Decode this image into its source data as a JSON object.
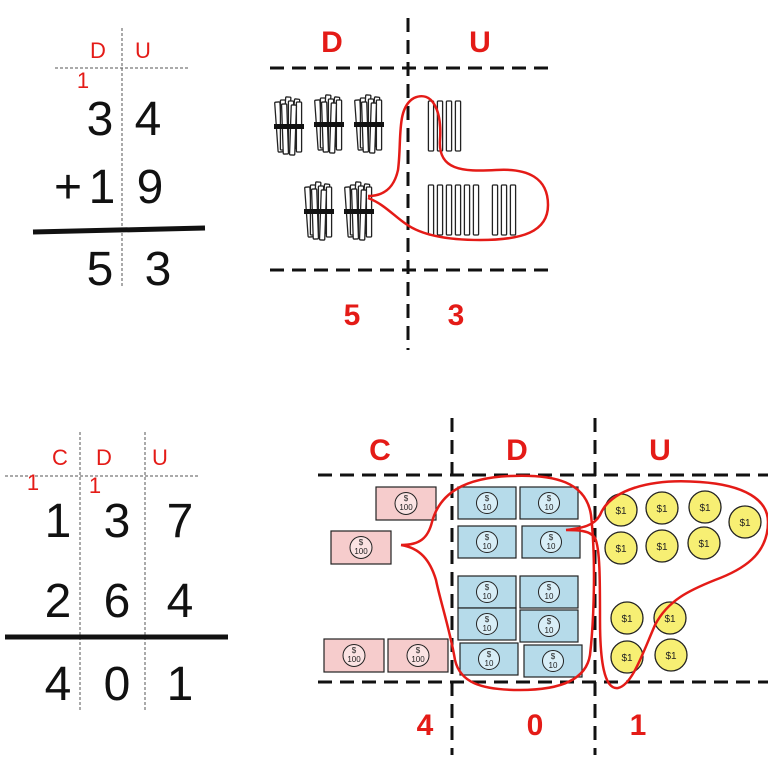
{
  "colors": {
    "red": "#e41b17",
    "ink": "#111111",
    "bill100_fill": "#f6cccc",
    "bill10_fill": "#b6dbea",
    "coin_fill": "#f7ef73"
  },
  "problem1": {
    "col_headers": [
      "D",
      "U"
    ],
    "carry": "1",
    "addend1": [
      "3",
      "4"
    ],
    "plus_sign": "+",
    "addend2": [
      "1",
      "9"
    ],
    "result": [
      "5",
      "3"
    ]
  },
  "diagram1": {
    "col_headers": [
      "D",
      "U"
    ],
    "bundles": 5,
    "loose_sticks": 13,
    "result": [
      "5",
      "3"
    ]
  },
  "problem2": {
    "col_headers": [
      "C",
      "D",
      "U"
    ],
    "carries": [
      "1",
      "1"
    ],
    "addend1": [
      "1",
      "3",
      "7"
    ],
    "addend2": [
      "2",
      "6",
      "4"
    ],
    "result": [
      "4",
      "0",
      "1"
    ]
  },
  "diagram2": {
    "col_headers": [
      "C",
      "D",
      "U"
    ],
    "bill100_label": "100",
    "bill10_label": "10",
    "bill_symbol": "$",
    "coin_label": "$1",
    "counts": {
      "bills_100": 4,
      "bills_10": 10,
      "coins_1": 11
    },
    "result": [
      "4",
      "0",
      "1"
    ]
  }
}
